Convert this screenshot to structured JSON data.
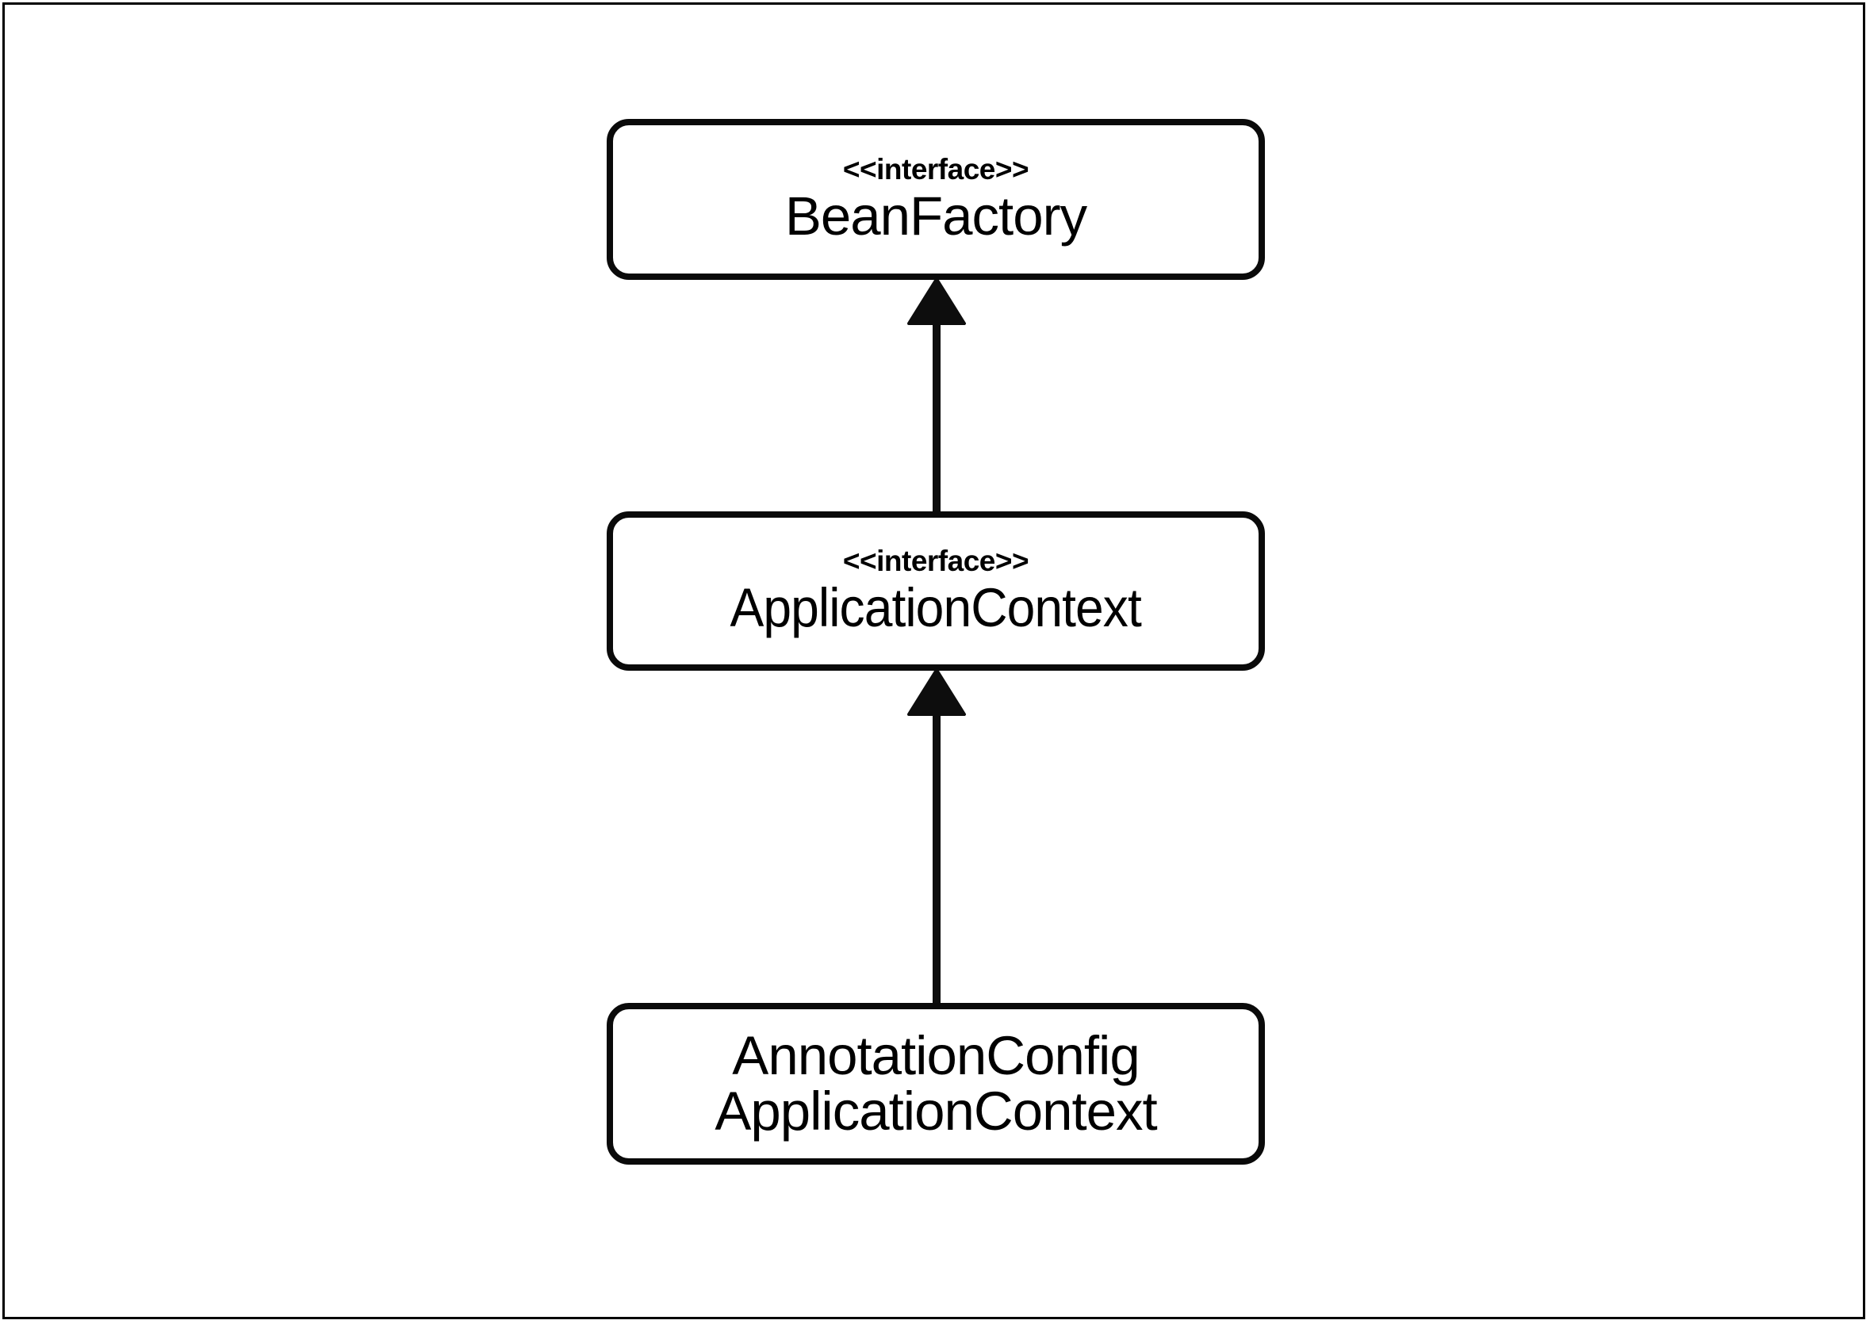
{
  "diagram": {
    "type": "uml-class-diagram",
    "title": "Spring BeanFactory / ApplicationContext hierarchy",
    "background_color": "#ffffff",
    "stroke_color": "#000000",
    "frame": {
      "border_color": "#000000",
      "border_width": "3px"
    },
    "classes": [
      {
        "id": "bean-factory",
        "stereotype": "<<interface>>",
        "name": "BeanFactory",
        "name_lines": [
          "BeanFactory"
        ],
        "is_interface": true
      },
      {
        "id": "application-context",
        "stereotype": "<<interface>>",
        "name": "ApplicationContext",
        "name_lines": [
          "ApplicationContext"
        ],
        "is_interface": true
      },
      {
        "id": "annotation-config-application-context",
        "stereotype": "",
        "name": "AnnotationConfigApplicationContext",
        "name_lines": [
          "AnnotationConfig",
          "ApplicationContext"
        ],
        "is_interface": false
      }
    ],
    "relationships": [
      {
        "id": "appctx-to-beanfactory",
        "kind": "generalization",
        "arrowhead": "solid-triangle",
        "from": "application-context",
        "to": "bean-factory",
        "label": ""
      },
      {
        "id": "annotationctx-to-appctx",
        "kind": "generalization",
        "arrowhead": "solid-triangle",
        "from": "annotation-config-application-context",
        "to": "application-context",
        "label": ""
      }
    ]
  }
}
